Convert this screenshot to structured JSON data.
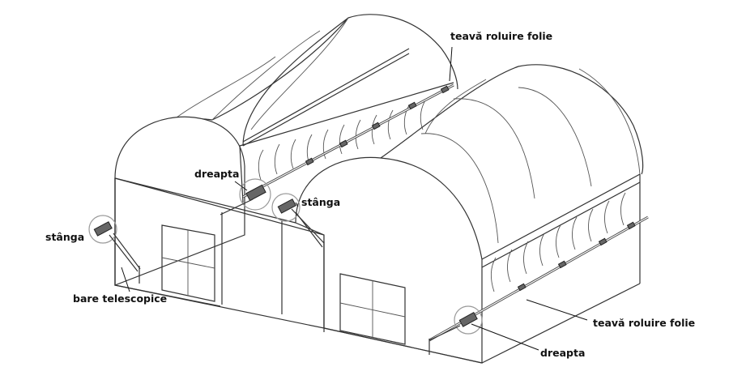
{
  "labels": {
    "pipe_top": "teavă roluire folie",
    "pipe_right": "teavă roluire folie",
    "right_mid": "dreapta",
    "left_mid": "stânga",
    "left_corner": "stânga",
    "telescopic": "bare telescopice",
    "right_bottom": "dreapta"
  }
}
